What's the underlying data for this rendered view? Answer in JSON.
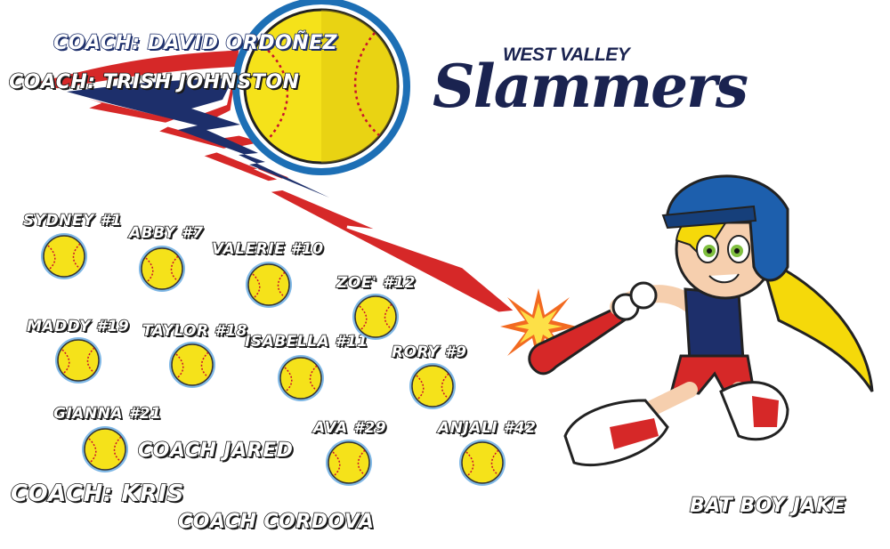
{
  "banner": {
    "team_prefix": "WEST VALLEY",
    "team_name": "Slammers",
    "colors": {
      "navy": "#1d2f6b",
      "red": "#d62828",
      "ball_yellow": "#f5e21a",
      "stitch_red": "#c8102e"
    }
  },
  "coaches": {
    "coach_1": "COACH: DAVID ORDOÑEZ",
    "coach_2": "COACH: TRISH JOHNSTON",
    "coach_3": "COACH JARED",
    "coach_4": "COACH: KRIS",
    "coach_5": "COACH CORDOVA",
    "bat_boy": "BAT BOY JAKE"
  },
  "players": [
    {
      "label": "SYDNEY #1"
    },
    {
      "label": "ABBY #7"
    },
    {
      "label": "VALERIE #10"
    },
    {
      "label": "ZOE' #12"
    },
    {
      "label": "MADDY #19"
    },
    {
      "label": "TAYLOR #18"
    },
    {
      "label": "ISABELLA #11"
    },
    {
      "label": "RORY #9"
    },
    {
      "label": "GIANNA #21"
    },
    {
      "label": "AVA #29"
    },
    {
      "label": "ANJALI #42"
    }
  ],
  "icons": [
    "softball-icon",
    "lightning-swoosh-icon",
    "player-mascot-icon",
    "impact-burst-icon"
  ]
}
